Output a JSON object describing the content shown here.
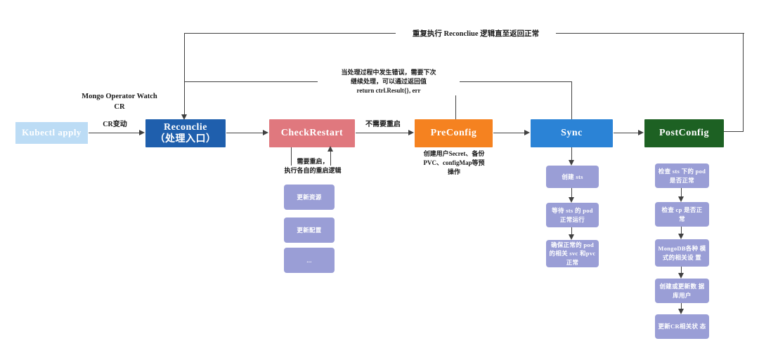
{
  "diagram": {
    "title_flow": "Mongo Operator Reconcile Flow",
    "colors": {
      "start": "#bcdcf5",
      "reconcile": "#1f5fad",
      "check_restart": "#e0787e",
      "pre_config": "#f58220",
      "sync": "#2b83d6",
      "post_config": "#1d6123",
      "sub_box": "#9a9ed6",
      "line": "#404040",
      "text": "#1a1a1a"
    },
    "nodes": {
      "start": {
        "label": "Kubectl apply"
      },
      "reconcile": {
        "label_line1": "Reconclie",
        "label_line2": "（处理入口）"
      },
      "check_restart": {
        "label": "CheckRestart"
      },
      "pre_config": {
        "label": "PreConfig"
      },
      "sync": {
        "label": "Sync"
      },
      "post_config": {
        "label": "PostConfig"
      }
    },
    "edge_labels": {
      "watch_cr": "Mongo Operator Watch\nCR",
      "cr_change": "CR变动",
      "no_restart_needed": "不需要重启",
      "loop_top": "重复执行 Reconcliue 逻辑直至返回正常",
      "error_retry": "当处理过程中发生错误，需要下次\n继续处理，可以通过返回值\nreturn ctrl.Result{}, err",
      "restart_needed": "需要重启，\n执行各自的重启逻辑",
      "pre_config_note": "创建用户Secret、备份\nPVC、configMap等预\n操作"
    },
    "sub_flows": {
      "check_restart_items": [
        {
          "label": "更新资源"
        },
        {
          "label": "更新配置"
        },
        {
          "label": "..."
        }
      ],
      "sync_items": [
        {
          "label": "创建 sts"
        },
        {
          "label": "等待 sts 的 pod\n正常运行"
        },
        {
          "label": "确保正常的\npod的相关 svc\n和pvc正常"
        }
      ],
      "post_config_items": [
        {
          "label": "检查 sts 下的\npod是否正常"
        },
        {
          "label": "检查 cp 是否正\n常"
        },
        {
          "label": "MongoDB各种\n模式的相关设\n置"
        },
        {
          "label": "创建或更新数\n据库用户"
        },
        {
          "label": "更新CR相关状\n态"
        }
      ]
    }
  }
}
